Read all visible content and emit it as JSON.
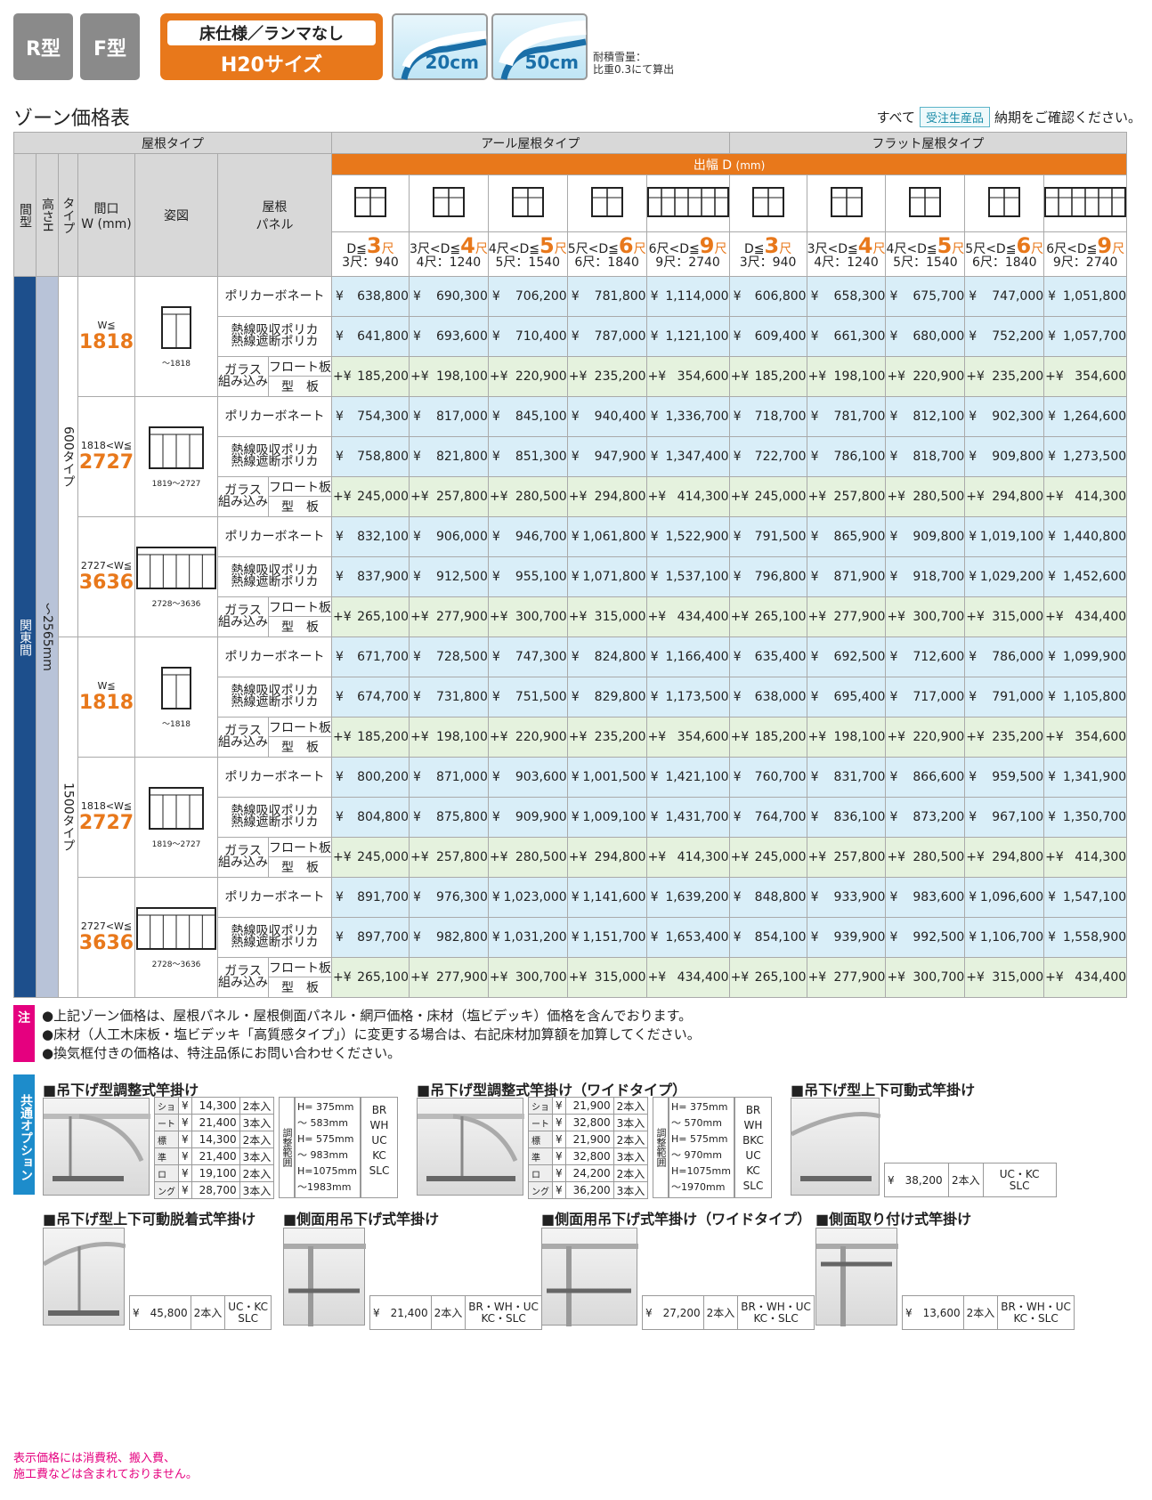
{
  "badges": {
    "r": "R型",
    "f": "F型",
    "spec": "床仕様／ランマなし",
    "size": "H20サイズ"
  },
  "snow": {
    "a": "20cm",
    "b": "50cm",
    "note_line1": "耐積雪量：",
    "note_line2": "比重0.3にて算出"
  },
  "section_title": "ゾーン価格表",
  "right_note": {
    "pre": "すべて",
    "tag": "受注生産品",
    "post": "納期をご確認ください。"
  },
  "header": {
    "roof_type": "屋根タイプ",
    "aru": "アール屋根タイプ",
    "flat": "フラット屋根タイプ",
    "depth": "出幅 D",
    "depth_unit": "(mm)",
    "col_kanma": "間型",
    "col_height": "高さH",
    "col_type": "タイプ",
    "col_width1": "間口",
    "col_width2": "W (mm)",
    "col_fig": "姿図",
    "col_panel1": "屋根",
    "col_panel2": "パネル"
  },
  "depths": [
    {
      "pre": "D≦",
      "n": "3",
      "post": "尺",
      "sub": "3尺：940"
    },
    {
      "pre": "3尺<D≦",
      "n": "4",
      "post": "尺",
      "sub": "4尺：1240"
    },
    {
      "pre": "4尺<D≦",
      "n": "5",
      "post": "尺",
      "sub": "5尺：1540"
    },
    {
      "pre": "5尺<D≦",
      "n": "6",
      "post": "尺",
      "sub": "6尺：1840"
    },
    {
      "pre": "6尺<D≦",
      "n": "9",
      "post": "尺",
      "sub": "9尺：2740"
    }
  ],
  "side": {
    "kanma": "関東間",
    "height": "～2565mm",
    "type600": "600タイプ",
    "type1500": "1500タイプ"
  },
  "panels": {
    "poly": "ポリカーボネート",
    "heat1": "熱線吸収ポリカ",
    "heat2": "熱線遮断ポリカ",
    "glass1": "ガラス",
    "glass2": "組み込み",
    "float": "フロート板",
    "kata": "型　板"
  },
  "groups": [
    {
      "wsm": "W≦",
      "wbig": "1818",
      "figlab": "～1818",
      "poly": [
        "638,800",
        "690,300",
        "706,200",
        "781,800",
        "1,114,000",
        "606,800",
        "658,300",
        "675,700",
        "747,000",
        "1,051,800"
      ],
      "heat": [
        "641,800",
        "693,600",
        "710,400",
        "787,000",
        "1,121,100",
        "609,400",
        "661,300",
        "680,000",
        "752,200",
        "1,057,700"
      ],
      "glass": [
        "185,200",
        "198,100",
        "220,900",
        "235,200",
        "354,600",
        "185,200",
        "198,100",
        "220,900",
        "235,200",
        "354,600"
      ]
    },
    {
      "wsm": "1818<W≦",
      "wbig": "2727",
      "figlab": "1819～2727",
      "poly": [
        "754,300",
        "817,000",
        "845,100",
        "940,400",
        "1,336,700",
        "718,700",
        "781,700",
        "812,100",
        "902,300",
        "1,264,600"
      ],
      "heat": [
        "758,800",
        "821,800",
        "851,300",
        "947,900",
        "1,347,400",
        "722,700",
        "786,100",
        "818,700",
        "909,800",
        "1,273,500"
      ],
      "glass": [
        "245,000",
        "257,800",
        "280,500",
        "294,800",
        "414,300",
        "245,000",
        "257,800",
        "280,500",
        "294,800",
        "414,300"
      ]
    },
    {
      "wsm": "2727<W≦",
      "wbig": "3636",
      "figlab": "2728～3636",
      "poly": [
        "832,100",
        "906,000",
        "946,700",
        "1,061,800",
        "1,522,900",
        "791,500",
        "865,900",
        "909,800",
        "1,019,100",
        "1,440,800"
      ],
      "heat": [
        "837,900",
        "912,500",
        "955,100",
        "1,071,800",
        "1,537,100",
        "796,800",
        "871,900",
        "918,700",
        "1,029,200",
        "1,452,600"
      ],
      "glass": [
        "265,100",
        "277,900",
        "300,700",
        "315,000",
        "434,400",
        "265,100",
        "277,900",
        "300,700",
        "315,000",
        "434,400"
      ]
    },
    {
      "wsm": "W≦",
      "wbig": "1818",
      "figlab": "～1818",
      "poly": [
        "671,700",
        "728,500",
        "747,300",
        "824,800",
        "1,166,400",
        "635,400",
        "692,500",
        "712,600",
        "786,000",
        "1,099,900"
      ],
      "heat": [
        "674,700",
        "731,800",
        "751,500",
        "829,800",
        "1,173,500",
        "638,000",
        "695,400",
        "717,000",
        "791,000",
        "1,105,800"
      ],
      "glass": [
        "185,200",
        "198,100",
        "220,900",
        "235,200",
        "354,600",
        "185,200",
        "198,100",
        "220,900",
        "235,200",
        "354,600"
      ]
    },
    {
      "wsm": "1818<W≦",
      "wbig": "2727",
      "figlab": "1819～2727",
      "poly": [
        "800,200",
        "871,000",
        "903,600",
        "1,001,500",
        "1,421,100",
        "760,700",
        "831,700",
        "866,600",
        "959,500",
        "1,341,900"
      ],
      "heat": [
        "804,800",
        "875,800",
        "909,900",
        "1,009,100",
        "1,431,700",
        "764,700",
        "836,100",
        "873,200",
        "967,100",
        "1,350,700"
      ],
      "glass": [
        "245,000",
        "257,800",
        "280,500",
        "294,800",
        "414,300",
        "245,000",
        "257,800",
        "280,500",
        "294,800",
        "414,300"
      ]
    },
    {
      "wsm": "2727<W≦",
      "wbig": "3636",
      "figlab": "2728～3636",
      "poly": [
        "891,700",
        "976,300",
        "1,023,000",
        "1,141,600",
        "1,639,200",
        "848,800",
        "933,900",
        "983,600",
        "1,096,600",
        "1,547,100"
      ],
      "heat": [
        "897,700",
        "982,800",
        "1,031,200",
        "1,151,700",
        "1,653,400",
        "854,100",
        "939,900",
        "992,500",
        "1,106,700",
        "1,558,900"
      ],
      "glass": [
        "265,100",
        "277,900",
        "300,700",
        "315,000",
        "434,400",
        "265,100",
        "277,900",
        "300,700",
        "315,000",
        "434,400"
      ]
    }
  ],
  "yen": "¥",
  "plus_yen": "+¥",
  "notes": {
    "tag": "注",
    "l1": "●上記ゾーン価格は、屋根パネル・屋根側面パネル・網戸価格・床材（塩ビデッキ）価格を含んでおります。",
    "l2": "●床材（人工木床板・塩ビデッキ「高質感タイプ」）に変更する場合は、右記床材加算額を加算してください。",
    "l3": "●換気框付きの価格は、特注品係にお問い合わせください。"
  },
  "options": {
    "tag": "共通オプション",
    "o1": {
      "title": "■吊下げ型調整式竿掛け",
      "rows": [
        [
          "ショ",
          "¥",
          "14,300",
          "2本入"
        ],
        [
          "ート",
          "¥",
          "21,400",
          "3本入"
        ],
        [
          "標",
          "¥",
          "14,300",
          "2本入"
        ],
        [
          "準",
          "¥",
          "21,400",
          "3本入"
        ],
        [
          "ロ",
          "¥",
          "19,100",
          "2本入"
        ],
        [
          "ング",
          "¥",
          "28,700",
          "3本入"
        ]
      ],
      "range_label": "調整範囲",
      "ranges": [
        "H=  375mm",
        "～  583mm",
        "H=  575mm",
        "～  983mm",
        "H=1075mm",
        "～1983mm"
      ],
      "colors": [
        "BR",
        "WH",
        "UC",
        "KC",
        "SLC"
      ]
    },
    "o2": {
      "title": "■吊下げ型調整式竿掛け（ワイドタイプ）",
      "rows": [
        [
          "ショ",
          "¥",
          "21,900",
          "2本入"
        ],
        [
          "ート",
          "¥",
          "32,800",
          "3本入"
        ],
        [
          "標",
          "¥",
          "21,900",
          "2本入"
        ],
        [
          "準",
          "¥",
          "32,800",
          "3本入"
        ],
        [
          "ロ",
          "¥",
          "24,200",
          "2本入"
        ],
        [
          "ング",
          "¥",
          "36,200",
          "3本入"
        ]
      ],
      "range_label": "調整範囲",
      "ranges": [
        "H=  375mm",
        "～  570mm",
        "H=  575mm",
        "～  970mm",
        "H=1075mm",
        "～1970mm"
      ],
      "colors": [
        "BR",
        "WH",
        "BKC",
        "UC",
        "KC",
        "SLC"
      ]
    },
    "o3": {
      "title": "■吊下げ型上下可動式竿掛け",
      "price": "¥　38,200",
      "qty": "2本入",
      "colors1": "UC・KC",
      "colors2": "SLC"
    },
    "o4": {
      "title": "■吊下げ型上下可動脱着式竿掛け",
      "price": "¥　45,800",
      "qty": "2本入",
      "colors1": "UC・KC",
      "colors2": "SLC"
    },
    "o5": {
      "title": "■側面用吊下げ式竿掛け",
      "price": "¥　21,400",
      "qty": "2本入",
      "colors1": "BR・WH・UC",
      "colors2": "KC・SLC"
    },
    "o6": {
      "title": "■側面用吊下げ式竿掛け（ワイドタイプ）",
      "price": "¥　27,200",
      "qty": "2本入",
      "colors1": "BR・WH・UC",
      "colors2": "KC・SLC"
    },
    "o7": {
      "title": "■側面取り付け式竿掛け",
      "price": "¥　13,600",
      "qty": "2本入",
      "colors1": "BR・WH・UC",
      "colors2": "KC・SLC"
    }
  },
  "bottom_note": {
    "l1": "表示価格には消費税、搬入費、",
    "l2": "施工費などは含まれておりません。"
  },
  "colors": {
    "orange": "#e8781b",
    "navy": "#1d4f8c",
    "blue_cell": "#d9eef8",
    "green_cell": "#e5f2de",
    "magenta": "#e5007f"
  }
}
